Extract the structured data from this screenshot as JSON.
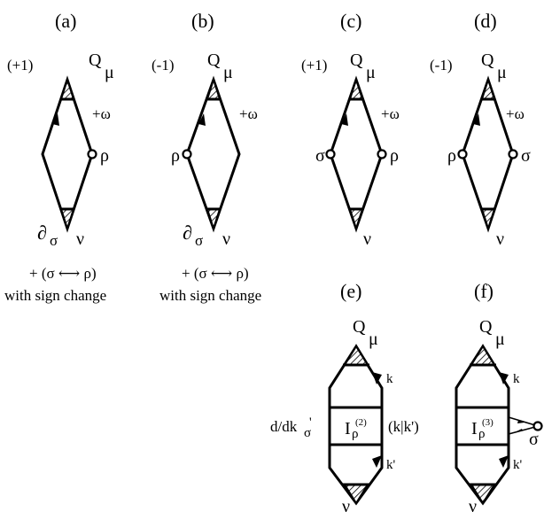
{
  "panels": {
    "a": {
      "label": "(a)",
      "sign": "(+1)",
      "Q": "Q",
      "mu": "μ",
      "omega": "+ω",
      "vertex_right": "ρ",
      "partial": "∂",
      "partial_sub": "σ",
      "nu": "ν",
      "note_line1": "+ (σ ⟷ ρ)",
      "note_line2": "with sign change"
    },
    "b": {
      "label": "(b)",
      "sign": "(-1)",
      "Q": "Q",
      "mu": "μ",
      "omega": "+ω",
      "vertex_left": "ρ",
      "partial": "∂",
      "partial_sub": "σ",
      "nu": "ν",
      "note_line1": "+ (σ ⟷ ρ)",
      "note_line2": "with sign change"
    },
    "c": {
      "label": "(c)",
      "sign": "(+1)",
      "Q": "Q",
      "mu": "μ",
      "omega": "+ω",
      "vertex_left": "σ",
      "vertex_right": "ρ",
      "nu": "ν"
    },
    "d": {
      "label": "(d)",
      "sign": "(-1)",
      "Q": "Q",
      "mu": "μ",
      "omega": "+ω",
      "vertex_left": "ρ",
      "vertex_right": "σ",
      "nu": "ν"
    },
    "e": {
      "label": "(e)",
      "Q": "Q",
      "mu": "μ",
      "k": "k",
      "k_prime": "k'",
      "I": "I",
      "I_sub": "ρ",
      "I_sup": "(2)",
      "left_text": "d/dk",
      "left_sub": "σ",
      "left_sup": "'",
      "right_text": "(k|k')",
      "nu": "ν"
    },
    "f": {
      "label": "(f)",
      "Q": "Q",
      "mu": "μ",
      "k": "k",
      "k_prime": "k'",
      "I": "I",
      "I_sub": "ρ",
      "I_sup": "(3)",
      "vertex_right": "σ",
      "nu": "ν"
    }
  },
  "colors": {
    "ink": "#000000",
    "background": "#ffffff"
  }
}
